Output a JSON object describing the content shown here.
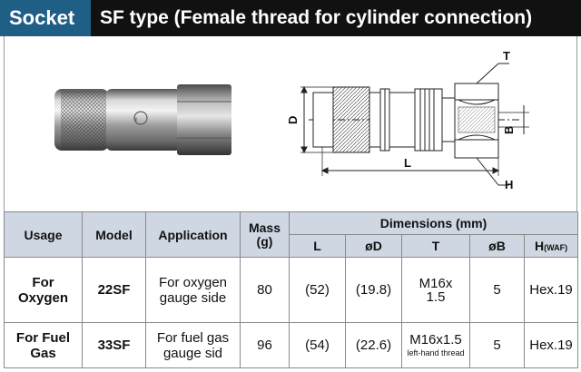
{
  "header": {
    "tag": "Socket",
    "title": "SF type (Female thread for cylinder connection)"
  },
  "drawing": {
    "dim_labels": {
      "T": "T",
      "D": "D",
      "B": "B",
      "L": "L",
      "H": "H"
    }
  },
  "table": {
    "headers": {
      "usage": "Usage",
      "model": "Model",
      "application": "Application",
      "mass": "Mass",
      "mass_unit": "(g)",
      "dimensions": "Dimensions (mm)",
      "L": "L",
      "D": "øD",
      "T": "T",
      "B": "øB",
      "H": "H",
      "H_unit": "(WAF)"
    },
    "rows": [
      {
        "usage": "For Oxygen",
        "model": "22SF",
        "application": "For oxygen gauge side",
        "mass": "80",
        "L": "(52)",
        "D": "(19.8)",
        "T_line1": "M16x",
        "T_line2": "1.5",
        "B": "5",
        "H": "Hex.19"
      },
      {
        "usage": "For Fuel Gas",
        "model": "33SF",
        "application": "For fuel gas gauge sid",
        "mass": "96",
        "L": "(54)",
        "D": "(22.6)",
        "T_line1": "M16x1.5",
        "T_note": "left-hand thread",
        "B": "5",
        "H": "Hex.19"
      }
    ]
  }
}
